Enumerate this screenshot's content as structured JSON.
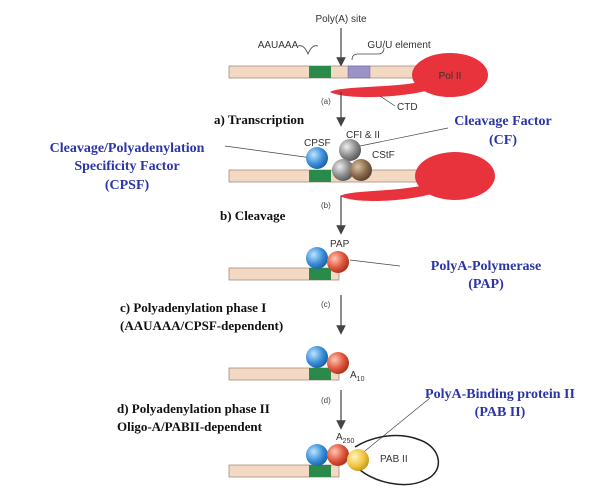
{
  "labels": {
    "polya_site": "Poly(A) site",
    "auuaaa": "AAUAAA",
    "gu_element": "GU/U element",
    "pol2": "Pol II",
    "ctd": "CTD",
    "cpsf_short": "CPSF",
    "cf12": "CFI & II",
    "cstf": "CStF",
    "pap_short": "PAP",
    "a10_base": "A",
    "a10_sub": "10",
    "a250_base": "A",
    "a250_sub": "250",
    "pab2_short": "PAB II"
  },
  "letters": {
    "a": "(a)",
    "b": "(b)",
    "c": "(c)",
    "d": "(d)"
  },
  "steps": {
    "a": "a) Transcription",
    "b": "b) Cleavage",
    "c_line1": "c) Polyadenylation phase I",
    "c_line2": "(AAUAAA/CPSF-dependent)",
    "d_line1": "d) Polyadenylation phase II",
    "d_line2": "Oligo-A/PABII-dependent"
  },
  "callouts": {
    "cpsf": [
      "Cleavage/Polyadenylation",
      "Specificity Factor",
      "(CPSF)"
    ],
    "cf": [
      "Cleavage Factor",
      "(CF)"
    ],
    "pap": [
      "PolyA-Polymerase",
      "(PAP)"
    ],
    "pab": [
      "PolyA-Binding protein II",
      "(PAB II)"
    ]
  },
  "colors": {
    "rna": "#f3d9c4",
    "green": "#2a8a4a",
    "purple": "#9b93c8",
    "pol2": "#e8323c",
    "blue_factor": "#3a8fd8",
    "grey_factor": "#8c8c8c",
    "brown_factor": "#8a6a4a",
    "red_factor": "#e0553a",
    "yellow_factor": "#f2c640",
    "callout_text": "#2b35a6"
  }
}
